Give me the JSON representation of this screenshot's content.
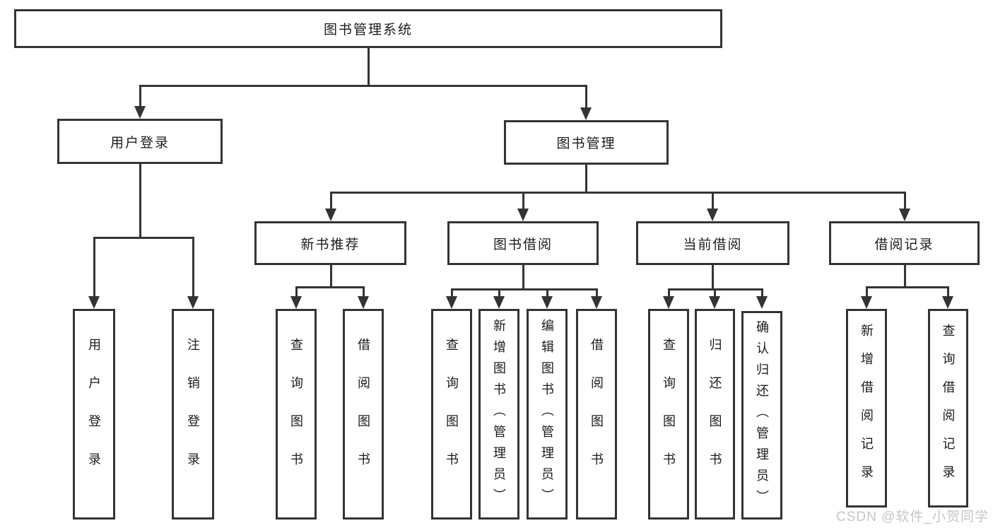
{
  "diagram": {
    "title": "图书管理系统",
    "root": {
      "label": "图书管理系统"
    },
    "branches": [
      {
        "label": "用户登录",
        "children": [
          {
            "label": "用户登录"
          },
          {
            "label": "注销登录"
          }
        ]
      },
      {
        "label": "图书管理",
        "children": [
          {
            "label": "新书推荐",
            "children": [
              {
                "label": "查询图书"
              },
              {
                "label": "借阅图书"
              }
            ]
          },
          {
            "label": "图书借阅",
            "children": [
              {
                "label": "查询图书"
              },
              {
                "label": "新增图书（管理员）"
              },
              {
                "label": "编辑图书（管理员）"
              },
              {
                "label": "借阅图书"
              }
            ]
          },
          {
            "label": "当前借阅",
            "children": [
              {
                "label": "查询图书"
              },
              {
                "label": "归还图书"
              },
              {
                "label": "确认归还（管理员）"
              }
            ]
          },
          {
            "label": "借阅记录",
            "children": [
              {
                "label": "新增借阅记录"
              },
              {
                "label": "查询借阅记录"
              }
            ]
          }
        ]
      }
    ]
  },
  "watermark": {
    "text": "CSDN @软件_小贺同学"
  },
  "colors": {
    "background": "#ffffff",
    "line": "#343434",
    "text": "#1c1c1c",
    "watermark": "#c6c6c6"
  }
}
